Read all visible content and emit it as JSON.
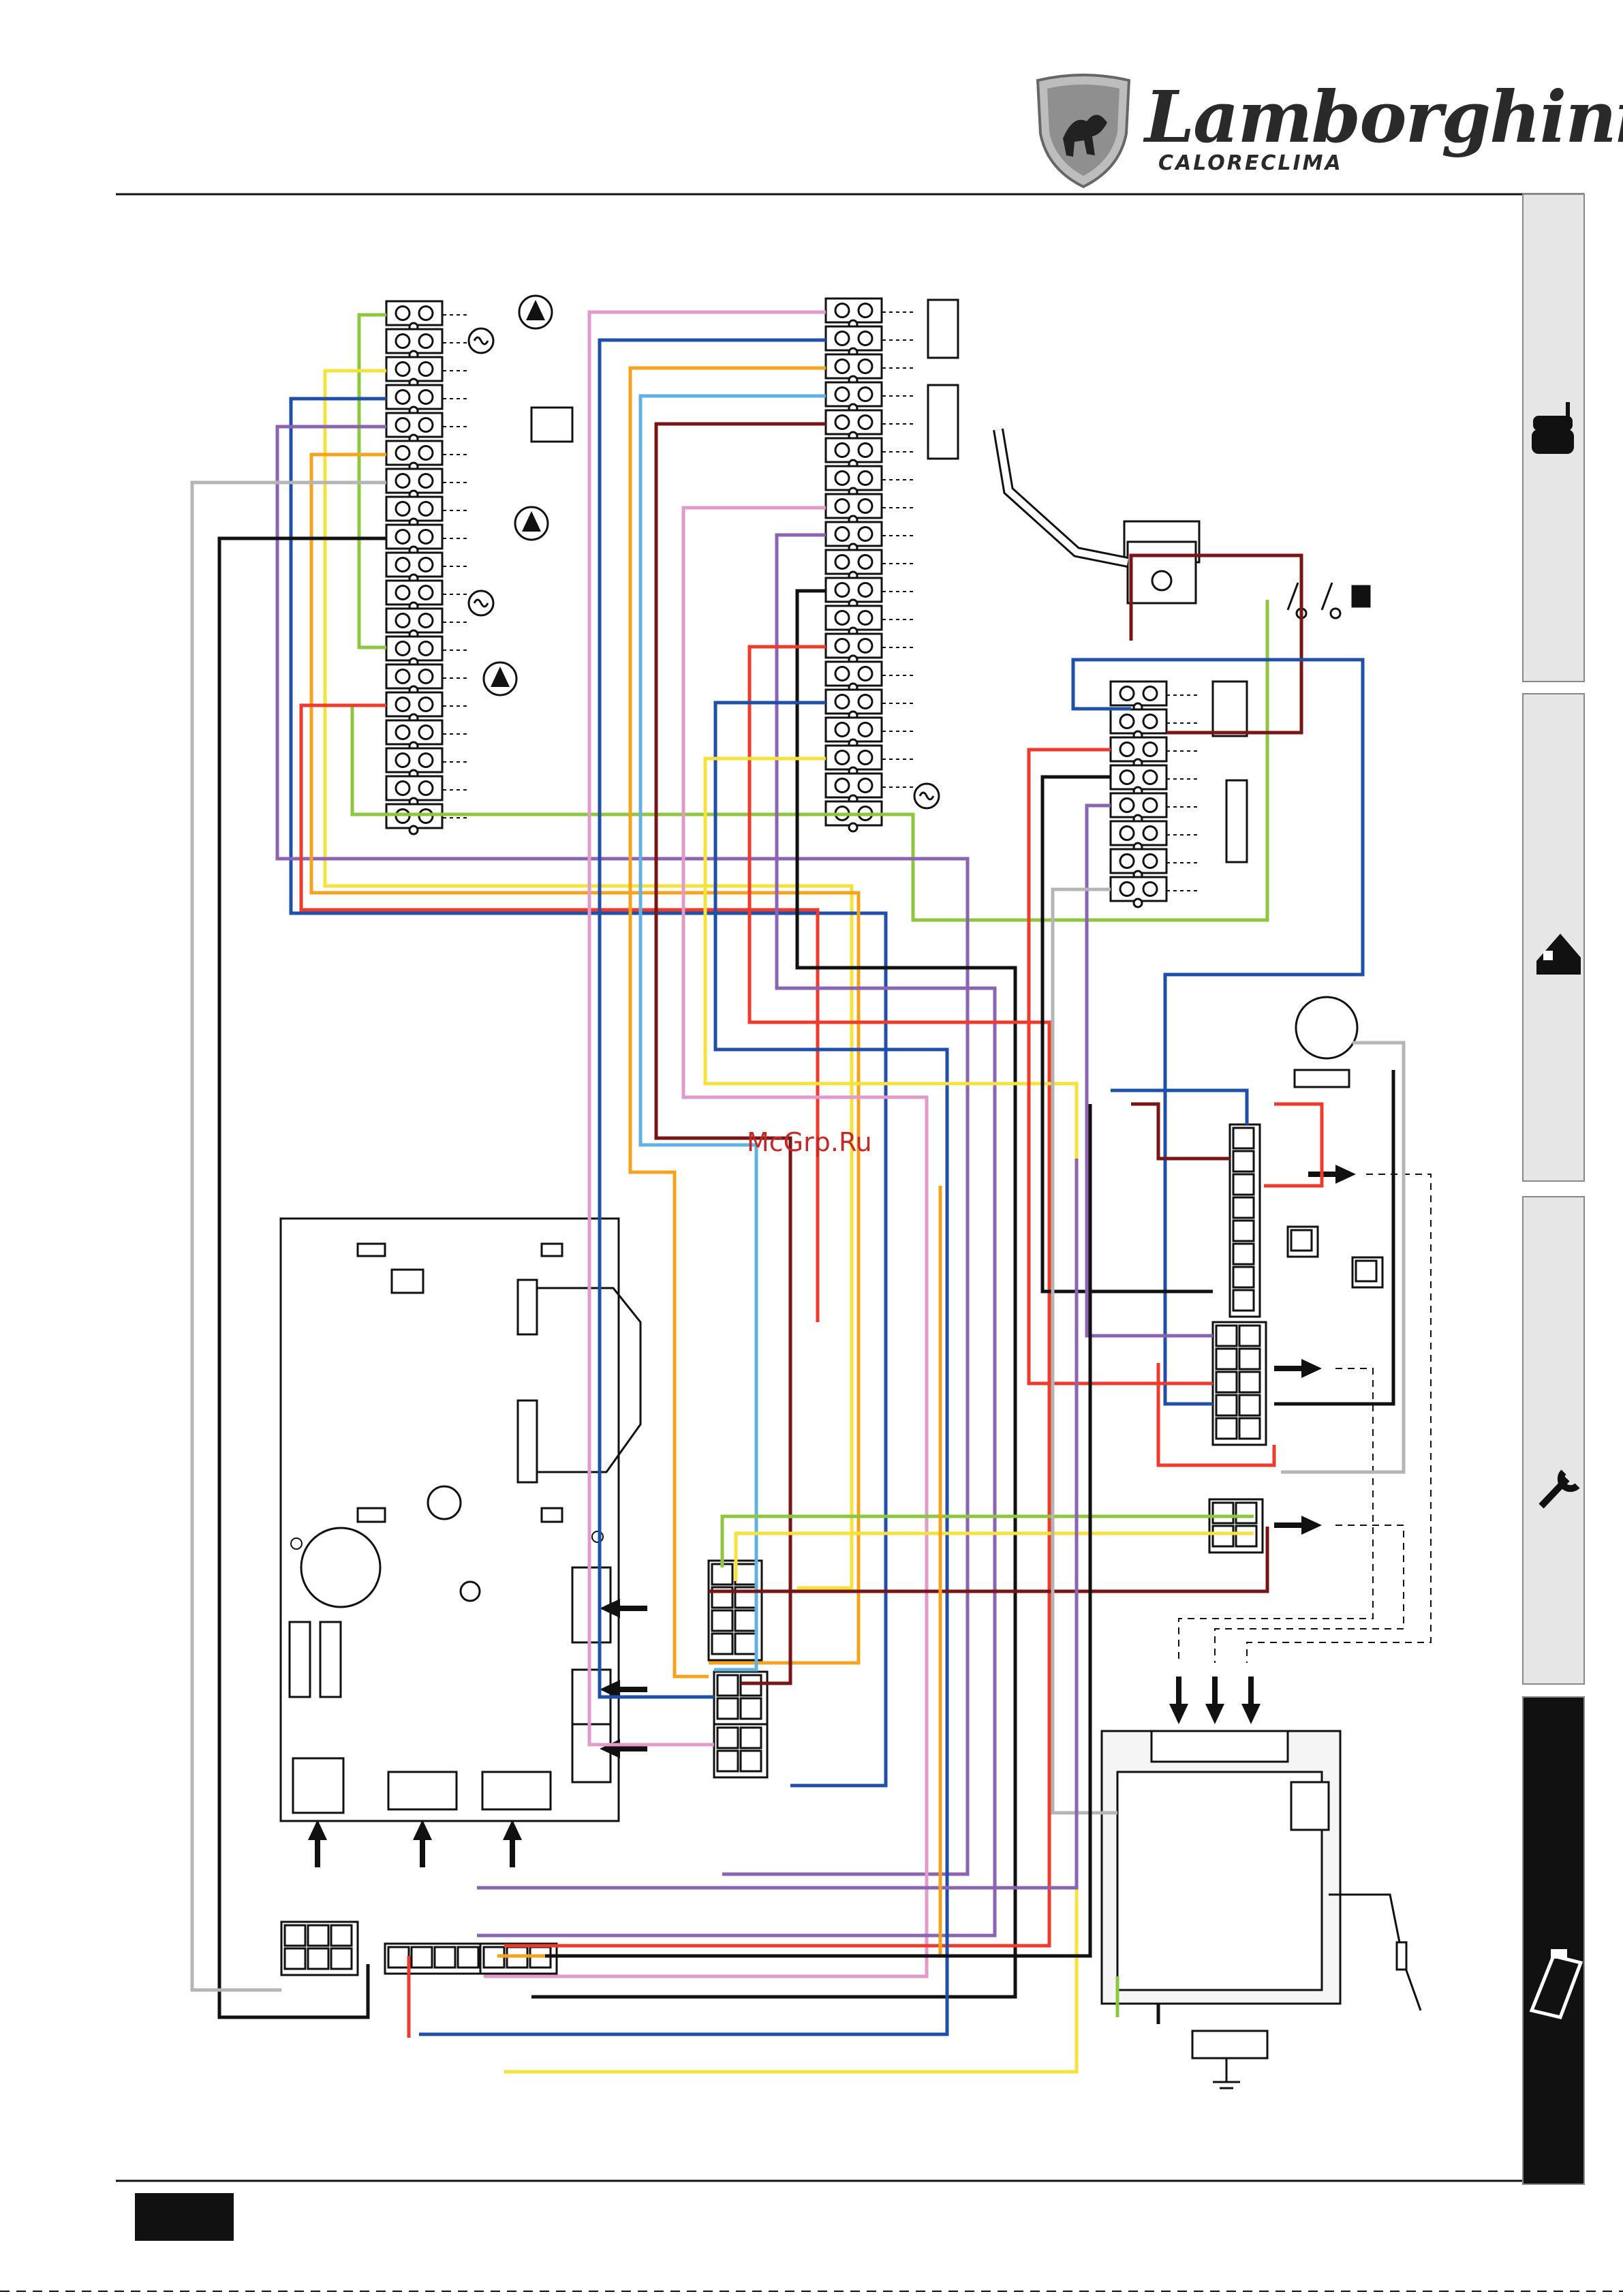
{
  "brand": {
    "name": "Lamborghini",
    "subtitle": "CALORECLIMA"
  },
  "watermark": "McGrp.Ru",
  "side_tabs": [
    {
      "icon": "armchair-icon",
      "active": false
    },
    {
      "icon": "house-icon",
      "active": false
    },
    {
      "icon": "wrench-icon",
      "active": false
    },
    {
      "icon": "clipboard-icon",
      "active": true
    }
  ],
  "colors": {
    "green": "#8dc63f",
    "yellow": "#f5e23a",
    "blue": "#1f4fa8",
    "purple": "#8a63b3",
    "orange": "#f5a31c",
    "pink": "#e29ac9",
    "red": "#ef3b2c",
    "darkred": "#7a1515",
    "black": "#111111",
    "grey": "#b5b5b5",
    "lightblue": "#5fb2e2",
    "tab_bg": "#e6e6e6",
    "tab_active": "#111111"
  }
}
